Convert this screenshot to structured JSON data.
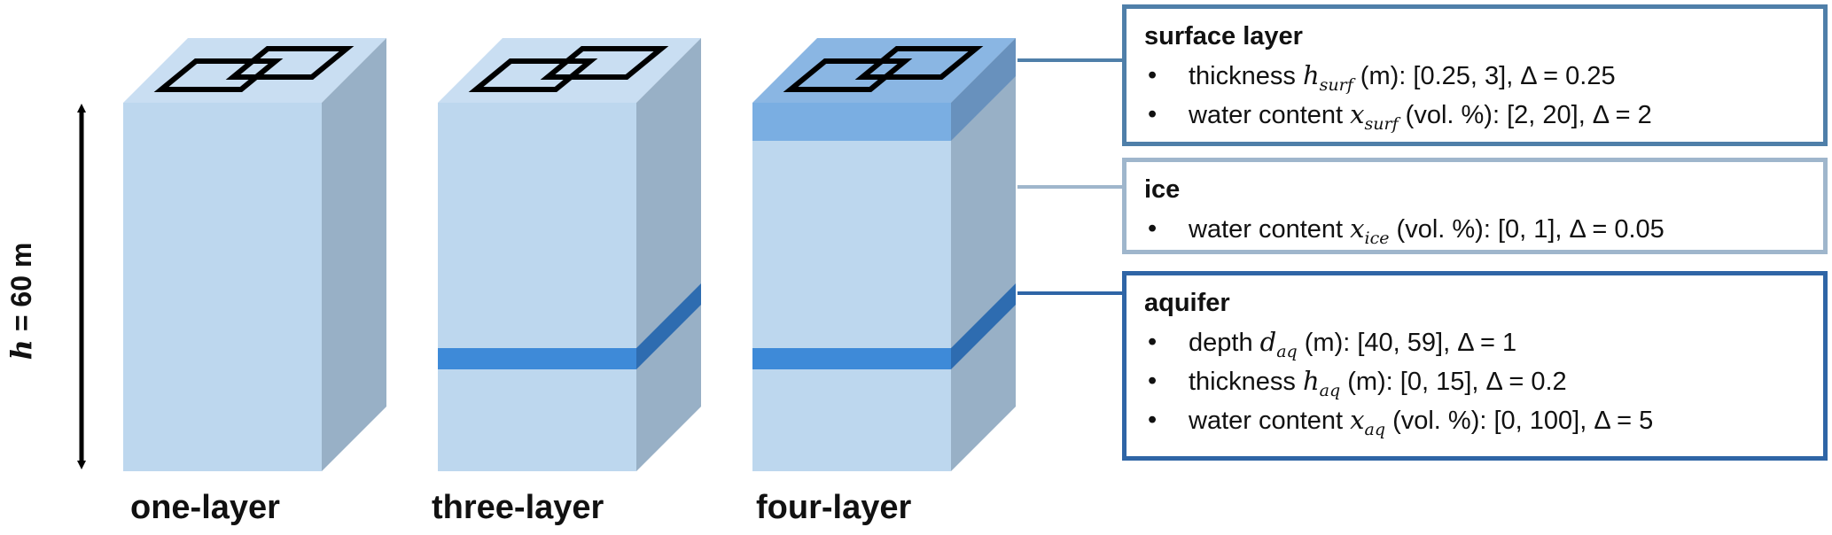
{
  "colors": {
    "block_front": "#bdd7ee",
    "block_top": "#c9def2",
    "block_side": "#98b0c6",
    "surface_front": "#7aaee2",
    "surface_top": "#8ab6e3",
    "surface_side": "#6891bd",
    "aquifer_front": "#3e8ad8",
    "aquifer_side": "#2e6cb0",
    "surface_box_border": "#4f7fa9",
    "ice_box_border": "#9fb6cc",
    "aquifer_box_border": "#2f65a6",
    "outline_icon": "#000000"
  },
  "height_indicator": {
    "symbol": "h",
    "text": " = 60 m"
  },
  "models": [
    {
      "label": "one-layer",
      "layers": [
        "ice"
      ]
    },
    {
      "label": "three-layer",
      "layers": [
        "ice",
        "aquifer",
        "ice"
      ]
    },
    {
      "label": "four-layer",
      "layers": [
        "surface layer",
        "ice",
        "aquifer",
        "ice"
      ]
    }
  ],
  "boxes": {
    "surface": {
      "title": "surface layer",
      "items": [
        {
          "bullet": "•",
          "pre": "thickness ",
          "var": "h",
          "sub": "surf",
          "post": " (m): [0.25, 3], Δ = 0.25"
        },
        {
          "bullet": "•",
          "pre": "water content ",
          "var": "x",
          "sub": "surf",
          "post": " (vol. %): [2, 20], Δ = 2"
        }
      ]
    },
    "ice": {
      "title": "ice",
      "items": [
        {
          "bullet": "•",
          "pre": "water content ",
          "var": "x",
          "sub": "ice",
          "post": " (vol. %): [0, 1], Δ = 0.05"
        }
      ]
    },
    "aquifer": {
      "title": "aquifer",
      "items": [
        {
          "bullet": "•",
          "pre": "depth ",
          "var": "d",
          "sub": "aq",
          "post": " (m): [40, 59], Δ = 1"
        },
        {
          "bullet": "•",
          "pre": "thickness ",
          "var": "h",
          "sub": "aq",
          "post": " (m): [0, 15], Δ = 0.2"
        },
        {
          "bullet": "•",
          "pre": "water content ",
          "var": "x",
          "sub": "aq",
          "post": " (vol. %): [0, 100], Δ = 5"
        }
      ]
    }
  }
}
